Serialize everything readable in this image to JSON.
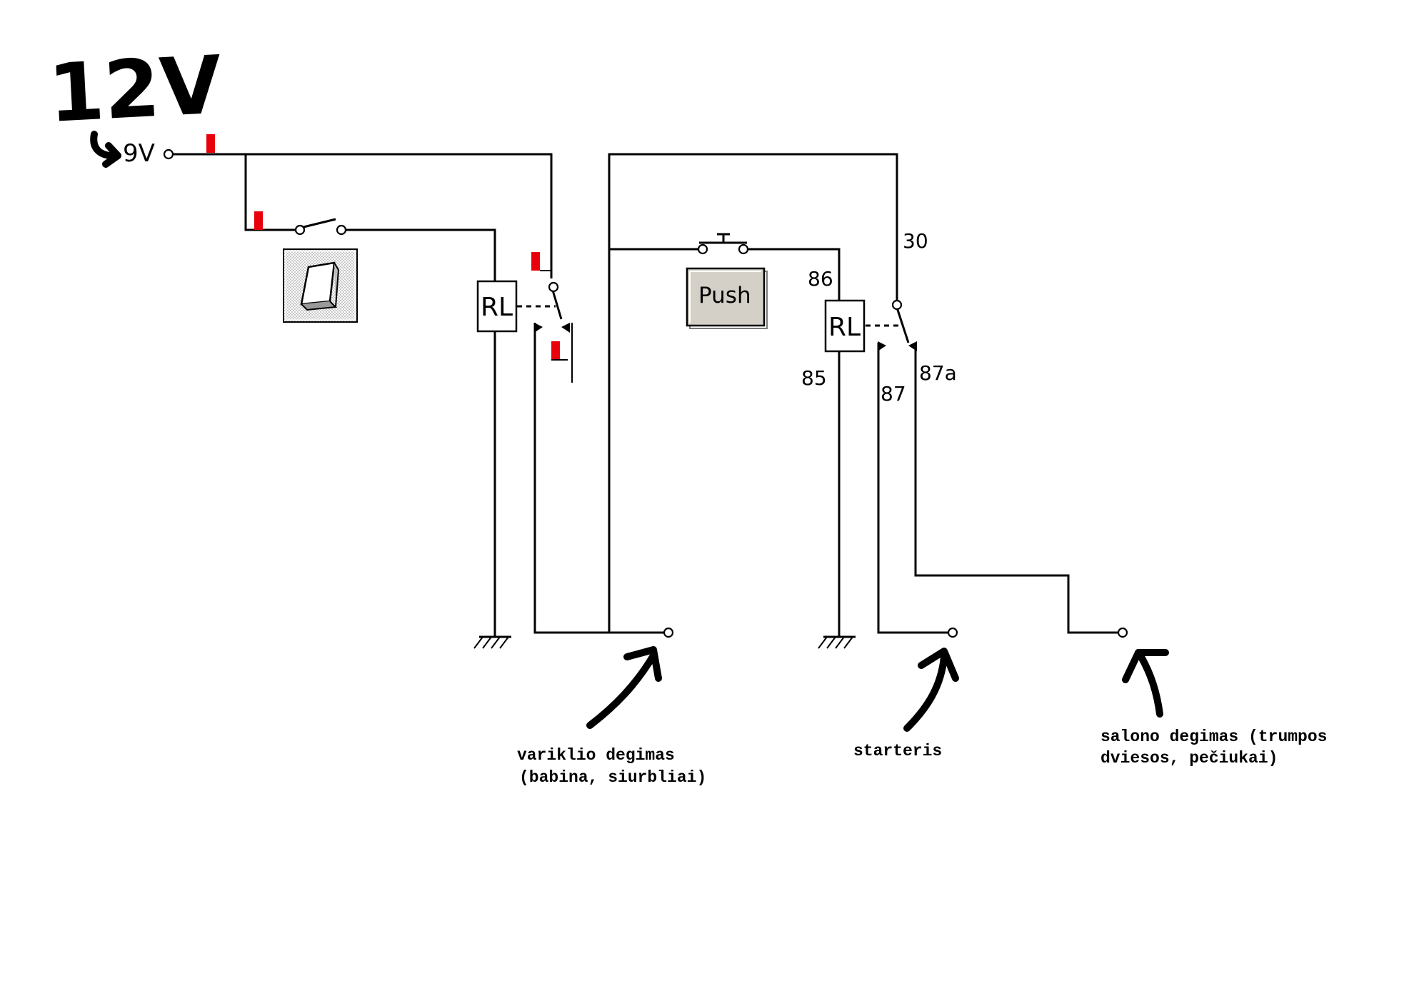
{
  "annotation": {
    "supply_note": "12V"
  },
  "source": {
    "label": "9V"
  },
  "toggle_switch": {
    "icon": "toggle-switch-icon"
  },
  "push_button": {
    "label": "Push"
  },
  "relay_1": {
    "label": "RL"
  },
  "relay_2": {
    "label": "RL",
    "pins": {
      "p86": "86",
      "p85": "85",
      "p30": "30",
      "p87": "87",
      "p87a": "87a"
    }
  },
  "outputs": {
    "ignition": {
      "line1": "variklio degimas",
      "line2": "(babina, siurbliai)"
    },
    "starter": {
      "line1": "starteris"
    },
    "cabin": {
      "line1": "salono degimas (trumpos",
      "line2": "dviesos, pečiukai)"
    }
  },
  "colors": {
    "wire": "#000000",
    "active_marker": "#e8000b",
    "button_face": "#d4d0c8"
  }
}
